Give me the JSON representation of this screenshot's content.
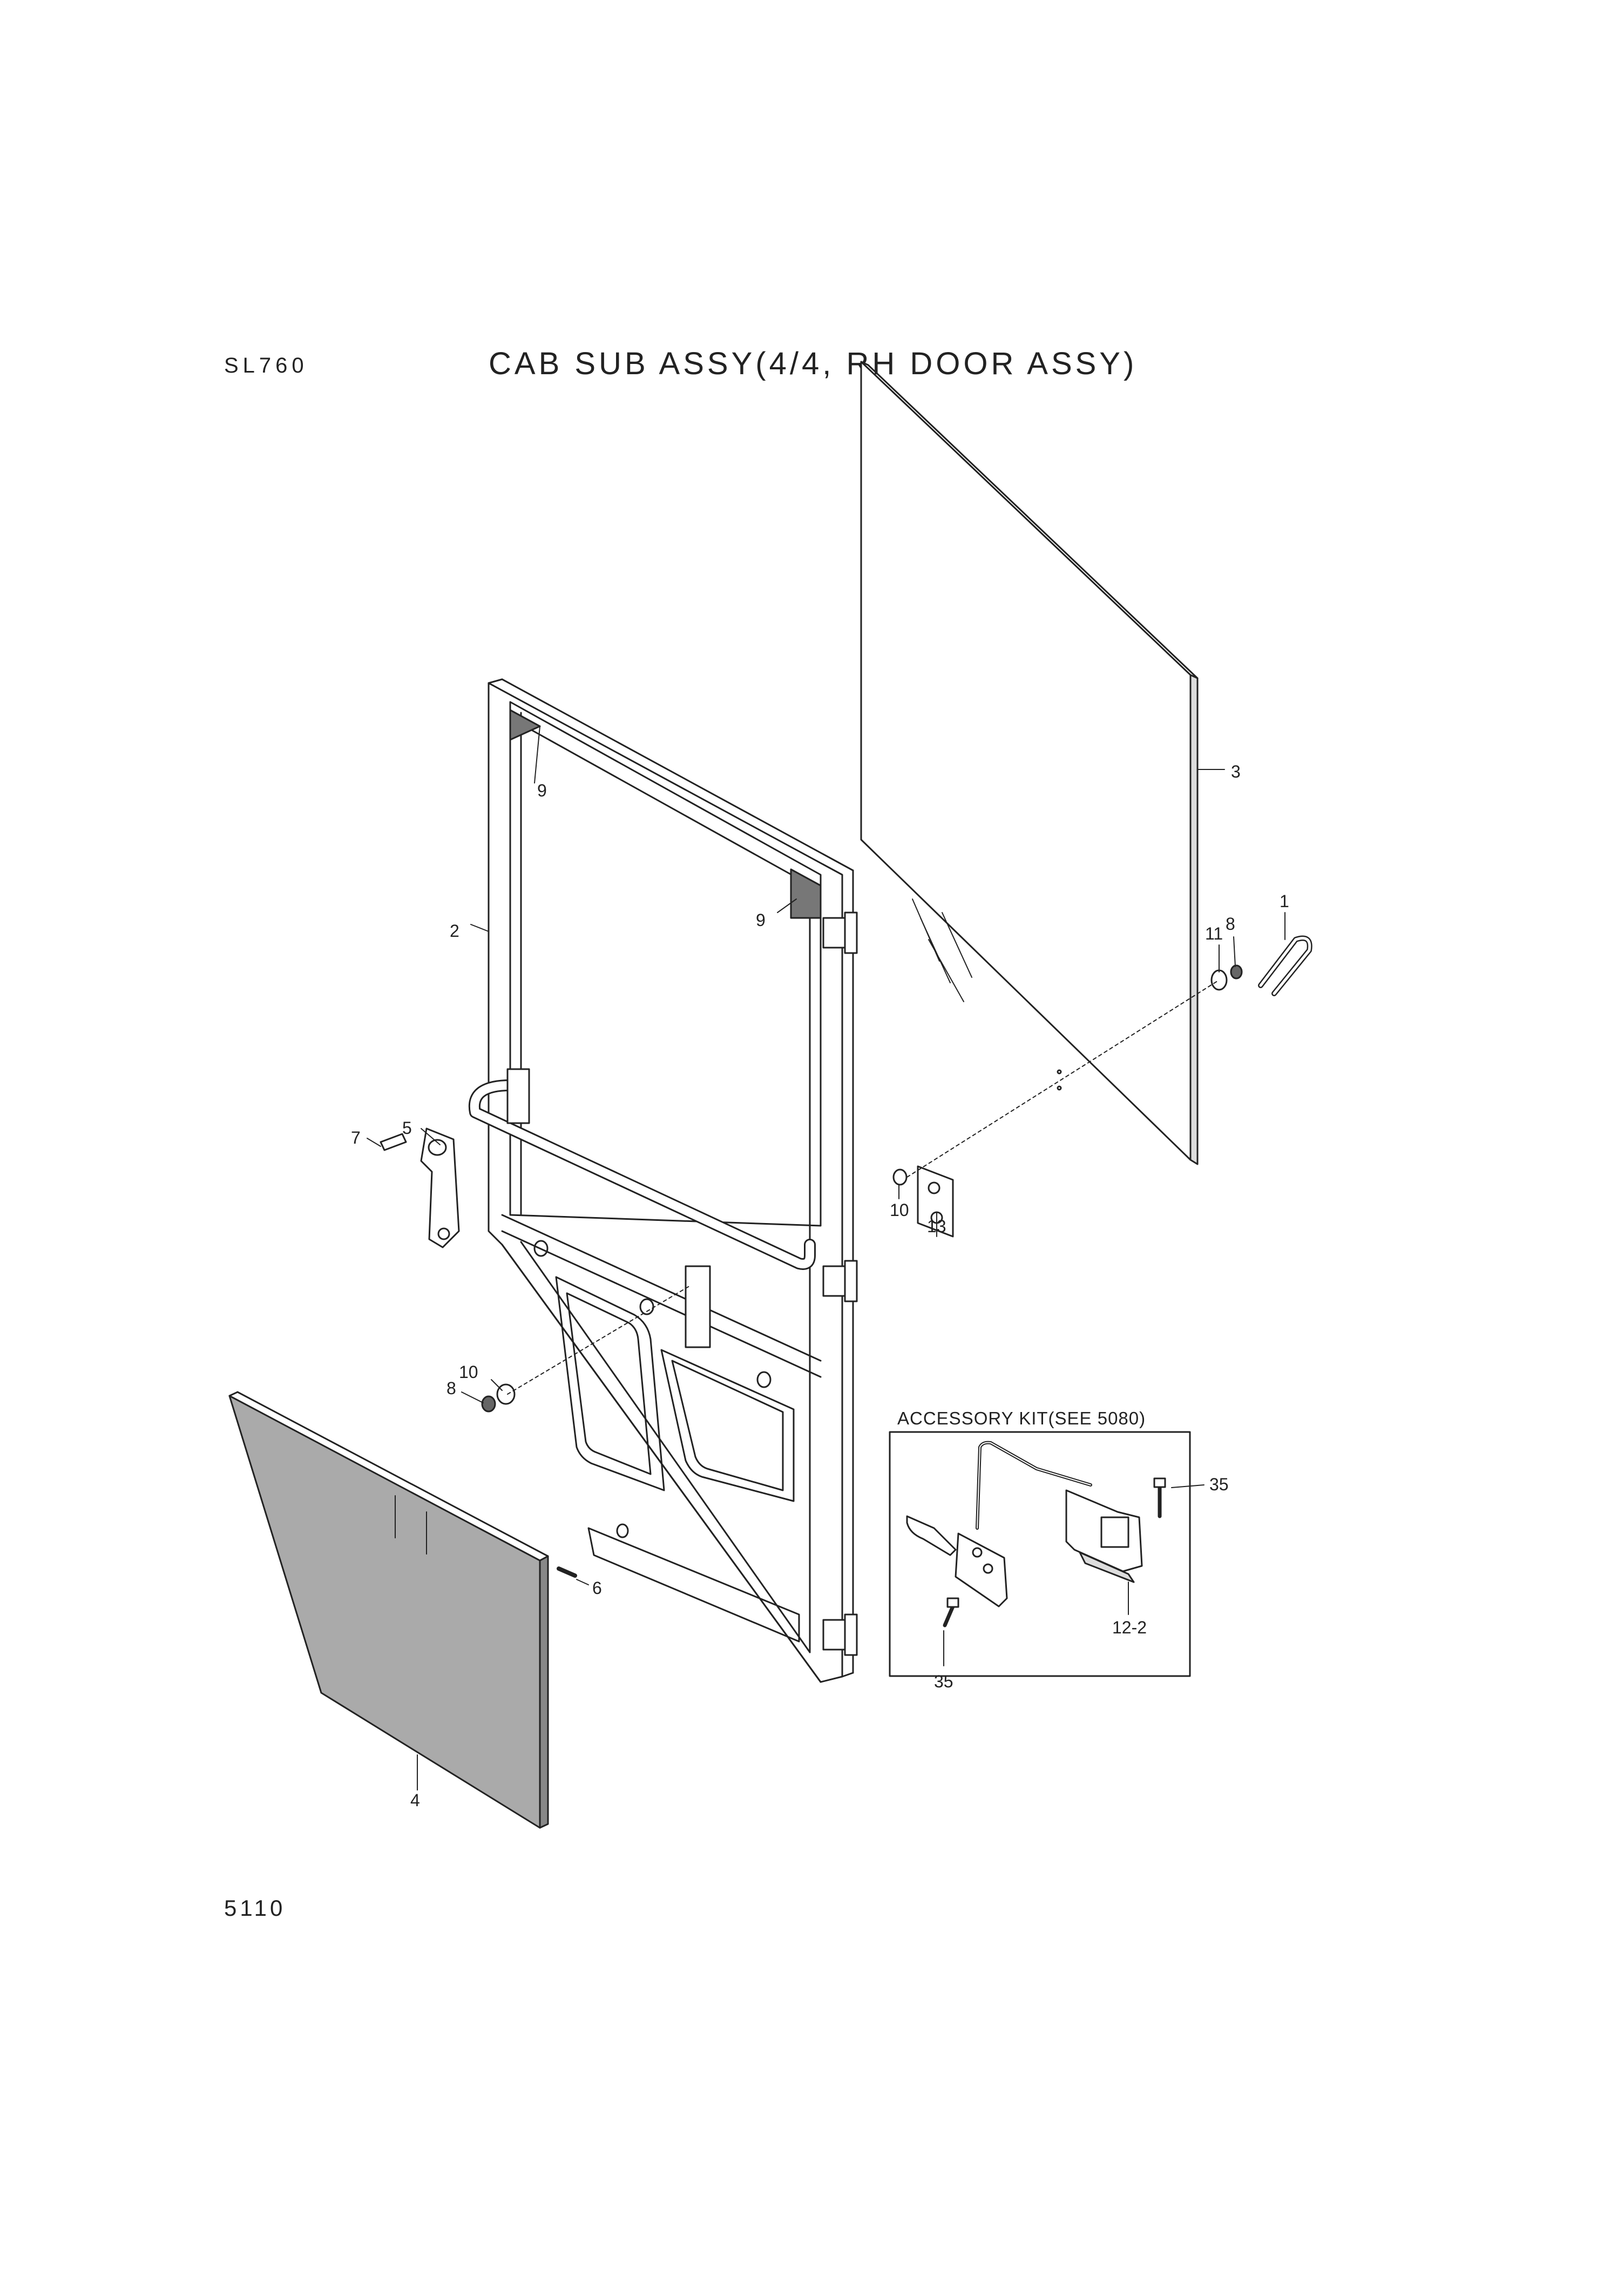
{
  "header": {
    "model": "SL760",
    "title": "CAB SUB ASSY(4/4, RH DOOR ASSY)"
  },
  "footer": {
    "page_number": "5110"
  },
  "accessory_kit": {
    "label": "ACCESSORY KIT(SEE 5080)"
  },
  "callouts": {
    "c1": "1",
    "c2": "2",
    "c3": "3",
    "c4": "4",
    "c5": "5",
    "c6": "6",
    "c7": "7",
    "c8a": "8",
    "c8b": "8",
    "c9a": "9",
    "c9b": "9",
    "c10a": "10",
    "c10b": "10",
    "c11": "11",
    "c13": "13",
    "c12_2": "12-2",
    "c35a": "35",
    "c35b": "35"
  }
}
